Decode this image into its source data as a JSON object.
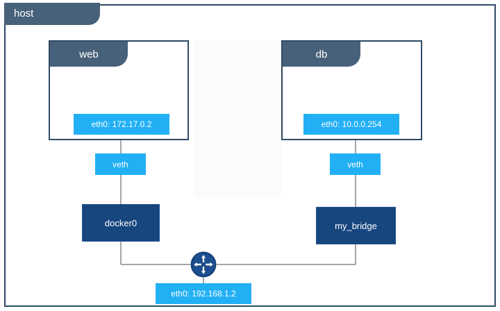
{
  "diagram": {
    "type": "network-topology",
    "host": {
      "label": "host"
    },
    "containers": [
      {
        "name": "web",
        "interface": "eth0: 172.17.0.2",
        "veth": "veth",
        "bridge": "docker0"
      },
      {
        "name": "db",
        "interface": "eth0: 10.0.0.254",
        "veth": "veth",
        "bridge": "my_bridge"
      }
    ],
    "host_interface": {
      "label": "eth0: 192.168.1.2"
    },
    "router": {
      "icon": "router-icon"
    },
    "colors": {
      "frame": "#2e4964",
      "tab": "#48617a",
      "interface": "#22b0f5",
      "bridge": "#17457e",
      "edge": "#a6a6a6",
      "background": "#ffffff"
    }
  }
}
